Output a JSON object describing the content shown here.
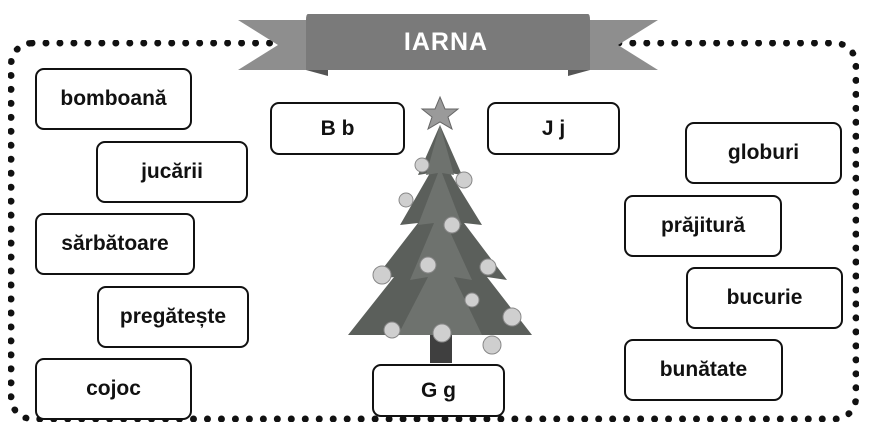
{
  "title": "IARNA",
  "letters": [
    "B b",
    "J j",
    "G g"
  ],
  "words_left": [
    "bomboană",
    "jucării",
    "sărbătoare",
    "pregătește",
    "cojoc"
  ],
  "words_right": [
    "globuri",
    "prăjitură",
    "bucurie",
    "bunătate"
  ],
  "colors": {
    "banner": "#7a7a7a",
    "banner_tail": "#8e8e8e",
    "tree": "#5b5f5b"
  }
}
